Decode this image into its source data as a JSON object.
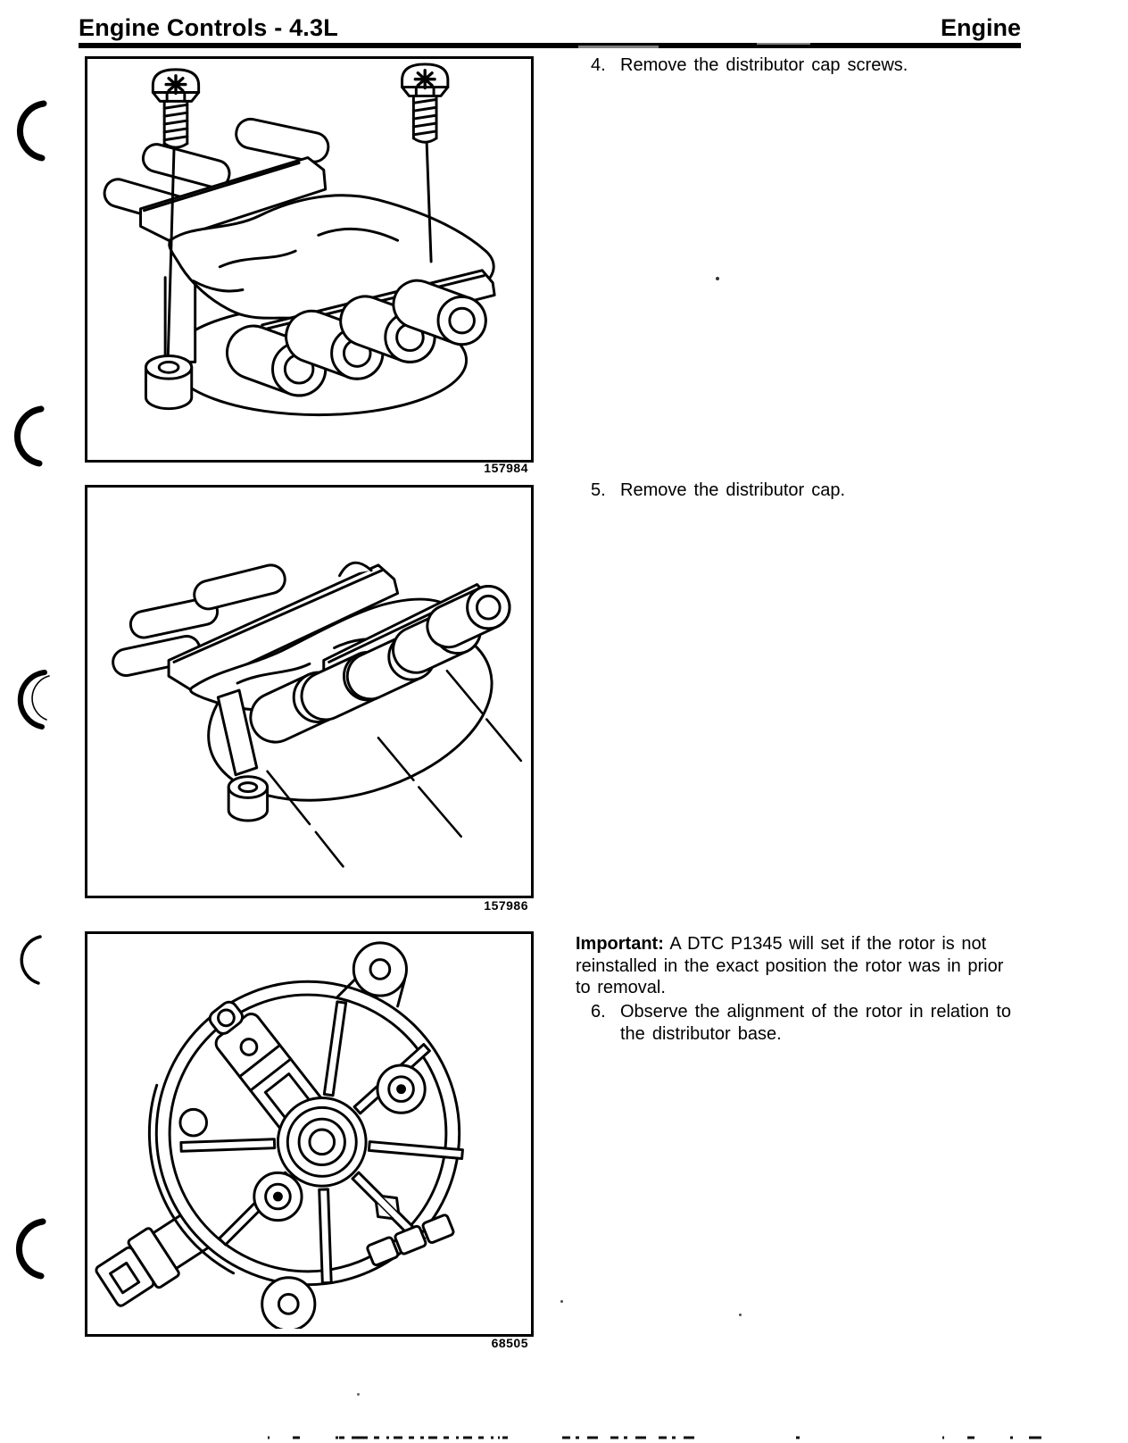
{
  "header": {
    "left": "Engine Controls - 4.3L",
    "right": "Engine"
  },
  "steps": [
    {
      "num": "4.",
      "text": "Remove the distributor cap screws."
    },
    {
      "num": "5.",
      "text": "Remove the distributor cap."
    },
    {
      "num": "6.",
      "text": "Observe the alignment of the rotor in relation to the distributor base."
    }
  ],
  "important": {
    "label": "Important:",
    "text": " A DTC P1345 will set if the rotor is not reinstalled in the exact position the rotor was in prior to removal."
  },
  "figures": [
    {
      "id": "157984",
      "subject": "distributor cap with two hold-down screws"
    },
    {
      "id": "157986",
      "subject": "distributor cap removal with motion lines"
    },
    {
      "id": "68505",
      "subject": "distributor base and rotor alignment, top view"
    }
  ],
  "colors": {
    "ink": "#000000",
    "paper": "#ffffff"
  }
}
